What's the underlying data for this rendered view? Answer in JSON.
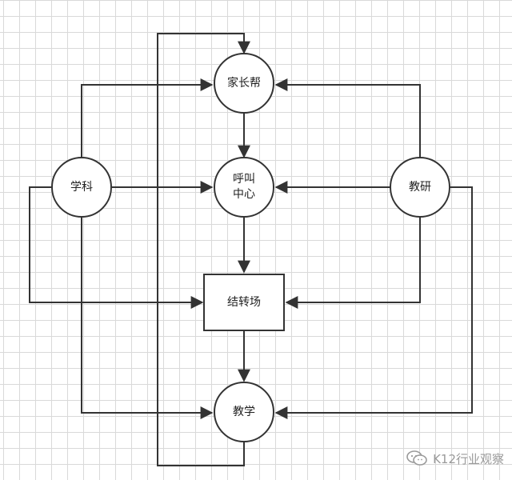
{
  "diagram": {
    "nodes": {
      "parent_help": "家长帮",
      "call_center": "呼叫\n中心",
      "subject": "学科",
      "research": "教研",
      "transfer": "结转场",
      "teaching": "教学"
    }
  },
  "watermark": {
    "text": "K12行业观察",
    "icon": "wechat-icon"
  },
  "colors": {
    "stroke": "#333333",
    "grid": "#d9d9d9",
    "watermark": "#9a9a9a"
  }
}
